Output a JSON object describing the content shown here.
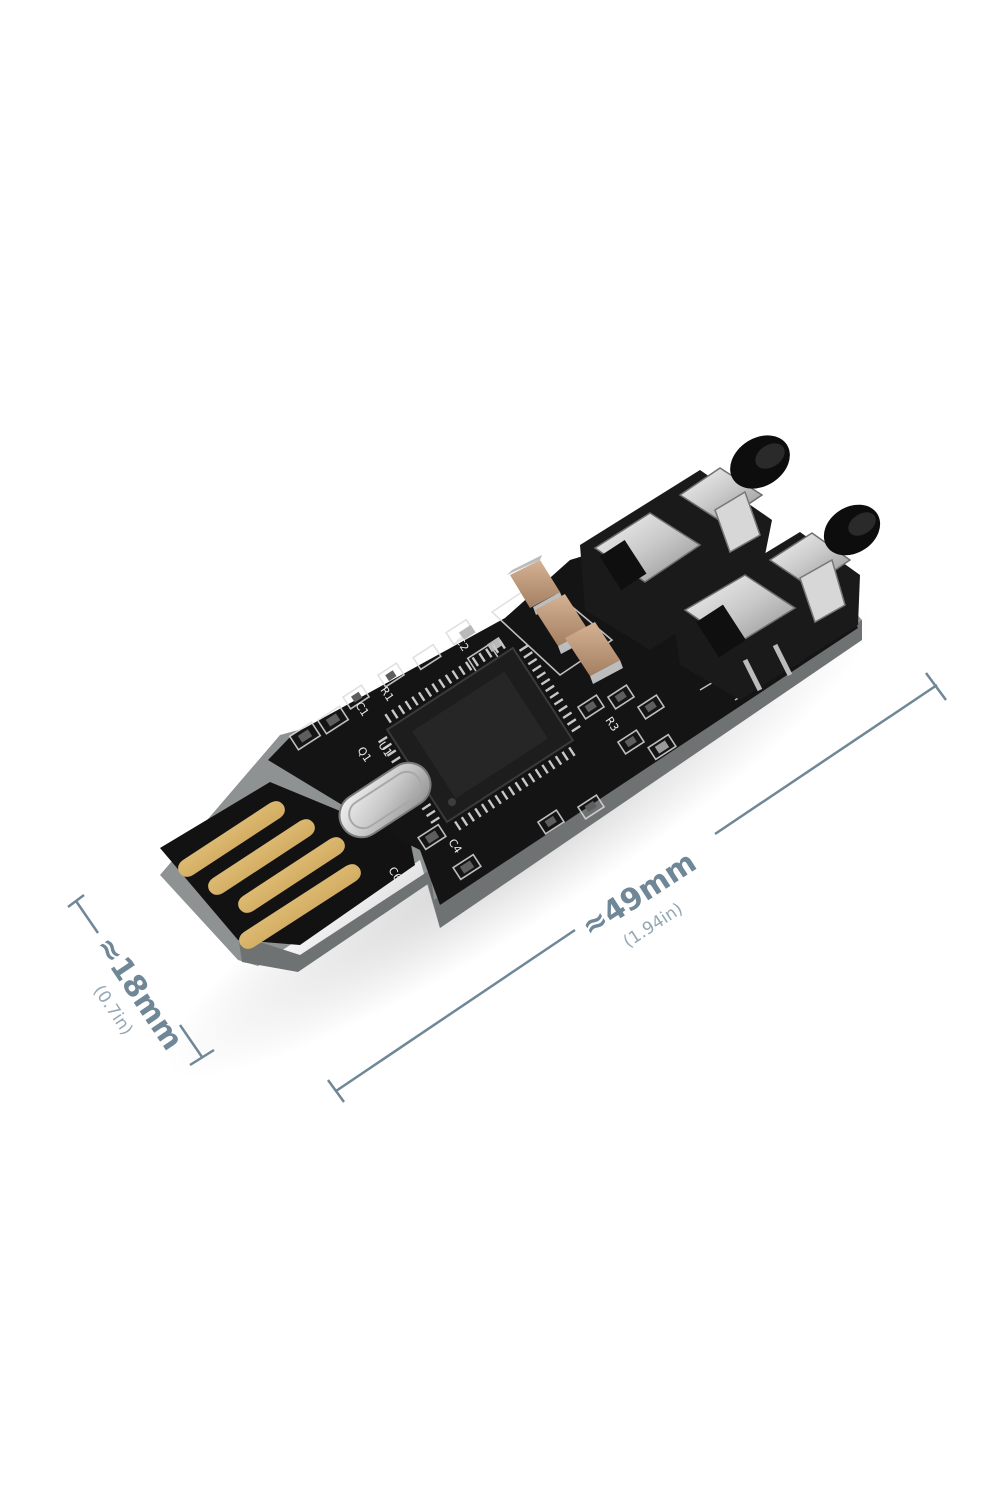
{
  "dimensions": {
    "width": {
      "main": "≈49mm",
      "sub": "(1.94in)"
    },
    "height": {
      "main": "≈18mm",
      "sub": "(0.7in)"
    }
  },
  "pcb_labels": {
    "u1": "U1",
    "q1": "Q1",
    "r1": "R1",
    "c1": "C1",
    "c2": "C2",
    "r3": "R3",
    "c4": "C4",
    "c6": "C6"
  },
  "colors": {
    "dimension_line": "#6f8796",
    "pcb": "#121212",
    "gold": "#d8b36a"
  }
}
